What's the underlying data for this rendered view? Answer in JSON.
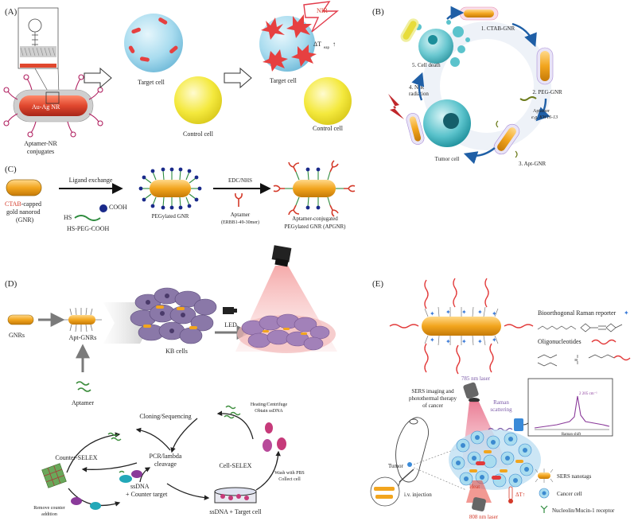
{
  "panels": {
    "a": {
      "label": "(A)",
      "nr_label": "Au-Ag NR",
      "conjugates": [
        "Aptamer-NR",
        "conjugates"
      ],
      "target_cell_1": "Target cell",
      "control_cell_1": "Control cell",
      "nir": "NIR",
      "delta_t": "ΔT",
      "delta_t_sub": "eap",
      "delta_t_arrow": "↑",
      "target_cell_2": "Target cell",
      "control_cell_2": "Control cell"
    },
    "b": {
      "label": "(B)",
      "step1": "1. CTAB-GNR",
      "step2": "2. PEG-GNR",
      "aptamer": "Aptamer",
      "aptamer_eg": "e.g. KW16-13",
      "step3": "3. Apt-GNR",
      "tumor": "Tumor cell",
      "step4": [
        "4. NIR",
        "radiation"
      ],
      "step5": "5. Cell death"
    },
    "c": {
      "label": "(C)",
      "ctab": "CTAB",
      "capped": "-capped",
      "gold": "gold nanorod",
      "gnr": "(GNR)",
      "ligand": "Ligand exchange",
      "hs": "HS",
      "cooh": "COOH",
      "hs_peg": "HS-PEG-COOH",
      "pegylated": "PEGylated GNR",
      "edc": "EDC/NHS",
      "aptamer": "Aptamer",
      "aptamer_name": "(ERBB1-49-30mer)",
      "apgnr1": "Aptamer-conjugated",
      "apgnr2": "PEGylated GNR (APGNR)"
    },
    "d": {
      "label": "(D)",
      "gnrs": "GNRs",
      "apt_gnrs": "Apt-GNRs",
      "aptamer": "Aptamer",
      "kb": "KB cells",
      "led": "LED",
      "cloning": "Cloning/Sequencing",
      "heating1": "Heating/Centrifuge",
      "heating2": "Obtain ssDNA",
      "counter_selex": "Counter-SELEX",
      "pcr1": "PCR/lambda",
      "pcr2": "cleavage",
      "cell_selex": "Cell-SELEX",
      "ssdna": "ssDNA",
      "counter_target": "+ Counter target",
      "remove1": "Remove counter",
      "remove2": "addition",
      "wash1": "Wash with PBS",
      "wash2": "Collect cell",
      "ssdna_target": "ssDNA + Target cell"
    },
    "e": {
      "label": "(E)",
      "bioorth": "Bioorthogonal Raman reporter",
      "oligo": "Oligonucleotides",
      "sers1": "SERS imaging and",
      "sers2": "photothermal therapy",
      "sers3": "of cancer",
      "laser785": "785 nm laser",
      "raman1": "Raman",
      "raman2": "scattering",
      "peak": "2 205 cm⁻¹",
      "raman_shift": "Raman shift",
      "tumor": "Tumor",
      "iv": "i.v. injection",
      "heat": "Heat",
      "dt": "ΔT↑",
      "laser808": "808 nm laser",
      "nanotags": "SERS nanotags",
      "cancer_cell": "Cancer cell",
      "receptor": "Nucleolin/Mucin-1 receptor"
    }
  },
  "colors": {
    "rod_orange": "#f2a51e",
    "au_ag_red": "#e0472e",
    "target_blue": "#a9dcef",
    "control_yellow": "#f4e93d",
    "laser_red": "#e8453a",
    "cell_purple": "#8a78a8",
    "cancer_blue": "#3c8ad0"
  }
}
